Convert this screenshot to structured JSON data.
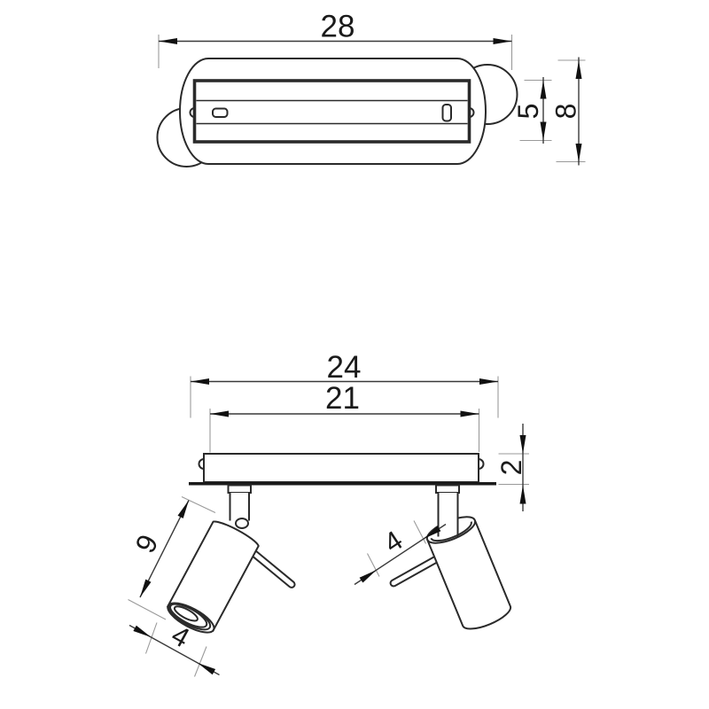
{
  "drawing": {
    "product": "two-head ceiling spotlight fixture technical drawing",
    "background": "#ffffff",
    "line_color": "#2a2a2a",
    "extension_line_color": "#9a9a9a",
    "views": {
      "top_view": "canopy seen from above with two spot heads protruding",
      "side_view": "mounting bar with two adjustable cylindrical spot heads"
    },
    "dimensions": {
      "top_width": "28",
      "top_inner_height": "5",
      "top_total_height": "8",
      "side_plate_length": "24",
      "side_bar_length": "21",
      "side_bar_thickness": "2",
      "spot_length": "9",
      "spot_diameter_left": "4",
      "spot_diameter_right": "4"
    }
  }
}
